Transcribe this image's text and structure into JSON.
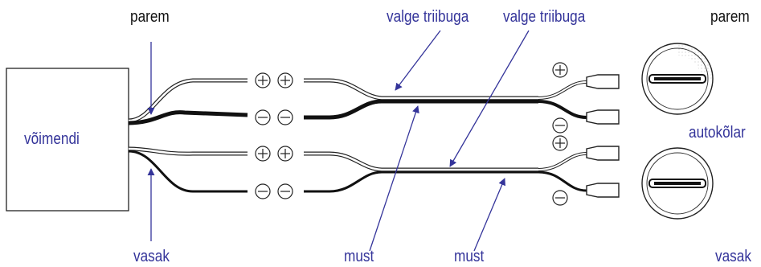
{
  "labels": {
    "parem_left": "parem",
    "parem_right": "parem",
    "vasak_left": "vasak",
    "vasak_right": "vasak",
    "amplifier": "võimendi",
    "white_stripe_1": "valge triibuga",
    "white_stripe_2": "valge triibuga",
    "black_1": "must",
    "black_2": "must",
    "car_speakers": "autokõlar"
  },
  "polarity": {
    "plus": "+",
    "minus": "−"
  },
  "colors": {
    "label_text": "#111111",
    "accent_blue": "#34349a",
    "wire_black": "#111111",
    "wire_outline": "#222222"
  }
}
